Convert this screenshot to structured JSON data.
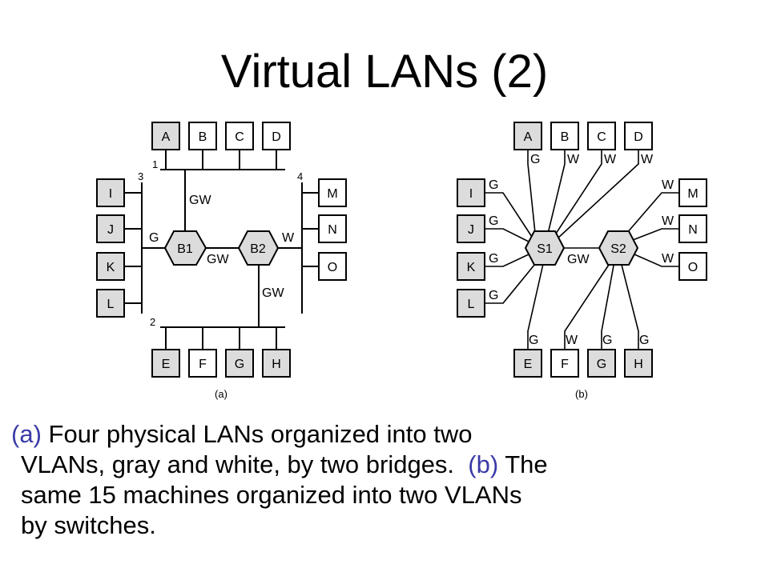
{
  "title": "Virtual LANs (2)",
  "colors": {
    "gray_vlan_fill": "#dcdcdc",
    "white_vlan_fill": "#ffffff",
    "stroke": "#000000",
    "caption_accent": "#3a3aa8"
  },
  "figure_a": {
    "caption": "(a)",
    "top_machines": [
      "A",
      "B",
      "C",
      "D"
    ],
    "left_machines": [
      "I",
      "J",
      "K",
      "L"
    ],
    "right_machines": [
      "M",
      "N",
      "O"
    ],
    "bottom_machines": [
      "E",
      "F",
      "G",
      "H"
    ],
    "lan_numbers": [
      "1",
      "2",
      "3",
      "4"
    ],
    "bridges": [
      "B1",
      "B2"
    ],
    "port_labels": [
      "GW",
      "G",
      "GW",
      "W",
      "GW"
    ]
  },
  "figure_b": {
    "caption": "(b)",
    "top_machines": [
      "A",
      "B",
      "C",
      "D"
    ],
    "top_vlans": [
      "G",
      "W",
      "W",
      "W"
    ],
    "left_machines": [
      "I",
      "J",
      "K",
      "L"
    ],
    "left_vlans": [
      "G",
      "G",
      "G",
      "G"
    ],
    "right_machines": [
      "M",
      "N",
      "O"
    ],
    "right_vlans": [
      "W",
      "W",
      "W"
    ],
    "bottom_machines": [
      "E",
      "F",
      "G",
      "H"
    ],
    "bottom_vlans": [
      "G",
      "W",
      "G",
      "G"
    ],
    "switches": [
      "S1",
      "S2"
    ],
    "trunk_label": "GW"
  },
  "caption": {
    "a_marker": "(a)",
    "line1": "Four physical LANs organized into two",
    "line2_start": "VLANs, gray and white, by two bridges.",
    "b_marker": "(b)",
    "line2_end": "The",
    "line3": "same 15 machines organized into two VLANs",
    "line4": "by switches."
  }
}
